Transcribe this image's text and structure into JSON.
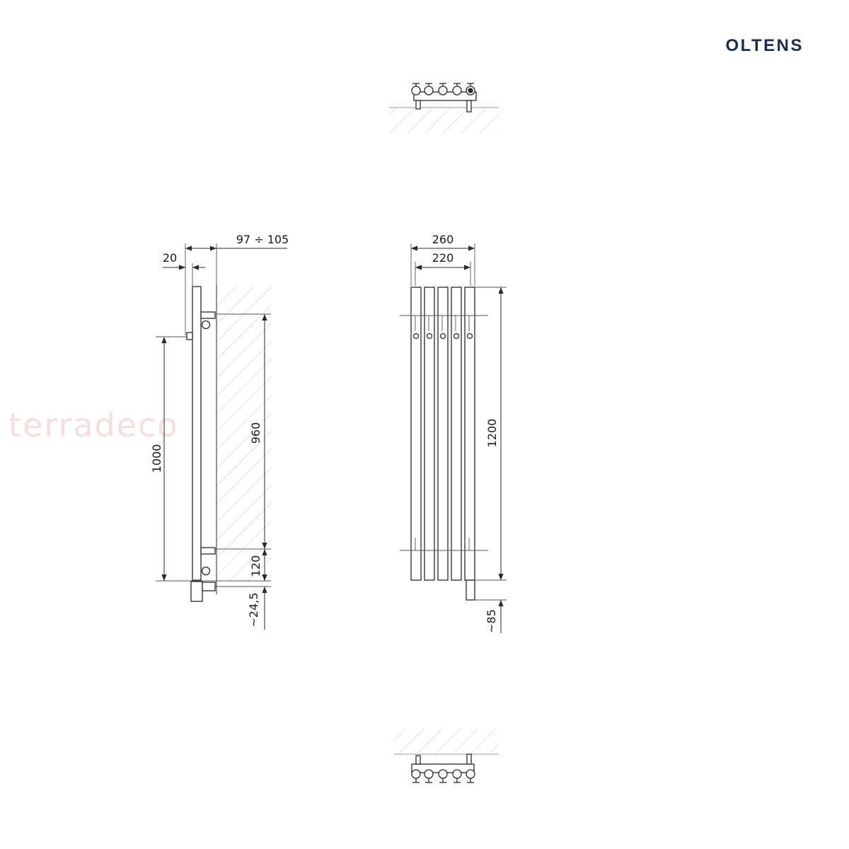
{
  "brand": {
    "name": "OLTENS",
    "color": "#1c2b4a"
  },
  "watermark": {
    "text": "terradeco"
  },
  "side_view": {
    "dimensions": {
      "depth": "97 ÷ 105",
      "tube": "20",
      "height": "1000",
      "spacing": "960",
      "bottom": "120",
      "valve": "~24,5"
    }
  },
  "front_view": {
    "dimensions": {
      "width_total": "260",
      "width_inner": "220",
      "height_total": "1200",
      "valve": "~85"
    }
  },
  "colors": {
    "line": "#2a2a2a",
    "hatch": "#bdbdbd",
    "text": "#1a1a1a"
  }
}
